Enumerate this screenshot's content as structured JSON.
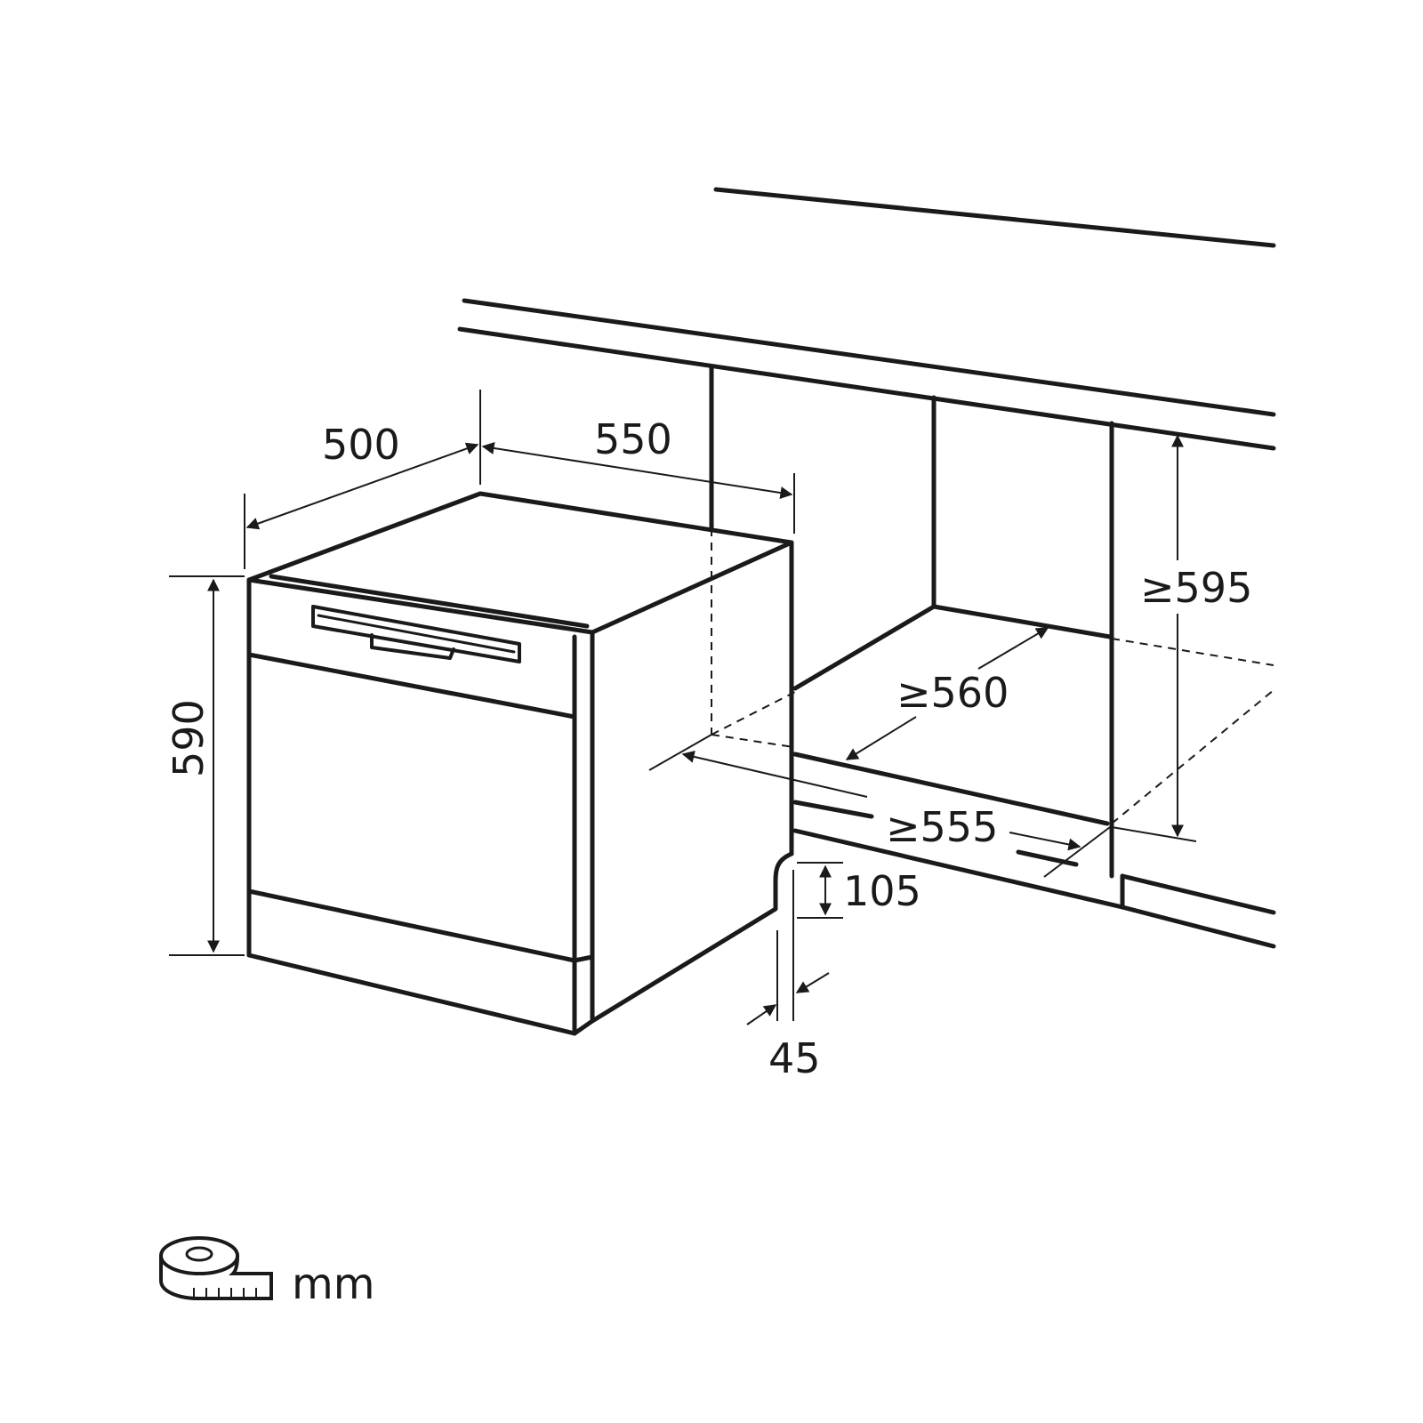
{
  "dimensions": {
    "width": "500",
    "depth": "550",
    "height": "590",
    "niche_depth": "≥560",
    "niche_width": "≥555",
    "niche_height": "≥595",
    "plinth_height": "105",
    "plinth_recess": "45"
  },
  "legend": {
    "unit": "mm",
    "icon": "tape-measure-icon"
  }
}
